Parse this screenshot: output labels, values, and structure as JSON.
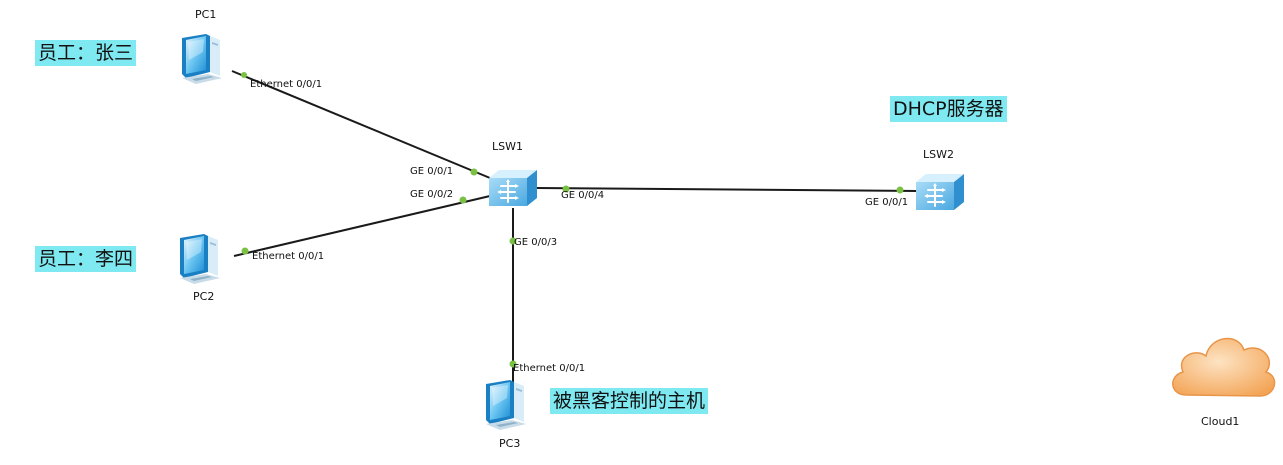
{
  "devices": {
    "pc1": "PC1",
    "pc2": "PC2",
    "pc3": "PC3",
    "lsw1": "LSW1",
    "lsw2": "LSW2",
    "cloud1": "Cloud1"
  },
  "ports": {
    "pc1_eth": "Ethernet 0/0/1",
    "pc2_eth": "Ethernet 0/0/1",
    "pc3_eth": "Ethernet 0/0/1",
    "lsw1_ge1": "GE 0/0/1",
    "lsw1_ge2": "GE 0/0/2",
    "lsw1_ge3": "GE 0/0/3",
    "lsw1_ge4": "GE 0/0/4",
    "lsw2_ge1": "GE 0/0/1"
  },
  "notes": {
    "pc1": "员工：张三",
    "pc2": "员工：李四",
    "pc3": "被黑客控制的主机",
    "lsw2": "DHCP服务器"
  },
  "colors": {
    "link": "#1a1a1a",
    "port_dot": "#7ac143",
    "note_bg": "#7fe9f2",
    "device_blue": "#4fb3ea",
    "cloud_orange": "#f7b26b"
  },
  "icons": {
    "pc": "pc-monitor-icon",
    "switch": "switch-icon",
    "cloud": "cloud-icon"
  }
}
